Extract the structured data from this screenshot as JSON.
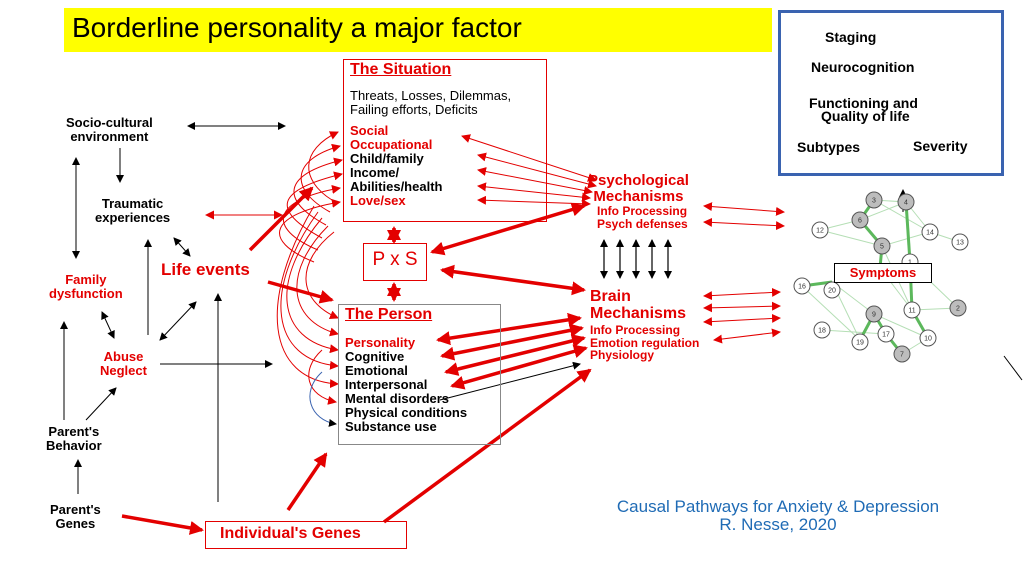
{
  "title": "Borderline personality a major factor",
  "right_box": {
    "staging": "Staging",
    "neurocognition": "Neurocognition",
    "functioning": "Functioning and",
    "quality": "Quality of life",
    "subtypes": "Subtypes",
    "severity": "Severity"
  },
  "left": {
    "socio_1": "Socio-cultural",
    "socio_2": "environment",
    "trauma_1": "Traumatic",
    "trauma_2": "experiences",
    "family_1": "Family",
    "family_2": "dysfunction",
    "life_events": "Life events",
    "abuse": "Abuse",
    "neglect": "Neglect",
    "parents_behavior_1": "Parent's",
    "parents_behavior_2": "Behavior",
    "parents_genes_1": "Parent's",
    "parents_genes_2": "Genes",
    "individual_genes": "Individual's Genes"
  },
  "situation": {
    "heading": "The Situation",
    "desc_1": "Threats, Losses, Dilemmas,",
    "desc_2": "Failing efforts, Deficits",
    "items": [
      {
        "text": "Social",
        "color": "#e30000"
      },
      {
        "text": "Occupational",
        "color": "#e30000"
      },
      {
        "text": "Child/family",
        "color": "#000000"
      },
      {
        "text": "Income/",
        "color": "#000000"
      },
      {
        "text": "Abilities/health",
        "color": "#000000"
      },
      {
        "text": "Love/sex",
        "color": "#e30000"
      }
    ]
  },
  "pxs": "P x S",
  "person": {
    "heading": "The Person",
    "items": [
      {
        "text": "Personality",
        "color": "#e30000"
      },
      {
        "text": "Cognitive",
        "color": "#000000"
      },
      {
        "text": "Emotional",
        "color": "#000000"
      },
      {
        "text": "Interpersonal",
        "color": "#000000"
      },
      {
        "text": "Mental disorders",
        "color": "#000000"
      },
      {
        "text": "Physical conditions",
        "color": "#000000"
      },
      {
        "text": "Substance use",
        "color": "#000000"
      }
    ]
  },
  "psych": {
    "title_1": "Psychological",
    "title_2": "Mechanisms",
    "sub_1": "Info Processing",
    "sub_2": "Psych defenses"
  },
  "brain": {
    "title_1": "Brain",
    "title_2": "Mechanisms",
    "sub_1": "Info Processing",
    "sub_2": "Emotion regulation",
    "sub_3": "Physiology"
  },
  "symptoms": "Symptoms",
  "network_nodes": [
    "3",
    "4",
    "6",
    "5",
    "12",
    "14",
    "13",
    "1",
    "16",
    "20",
    "9",
    "11",
    "2",
    "18",
    "19",
    "17",
    "10",
    "7"
  ],
  "credit": {
    "line_1": "Causal Pathways for Anxiety & Depression",
    "line_2": "R. Nesse, 2020"
  },
  "colors": {
    "accent": "#e30000",
    "title_bg": "#ffff00",
    "box_border": "#3a63b0",
    "credit": "#1f6bb5",
    "network": "#5cb85c"
  }
}
